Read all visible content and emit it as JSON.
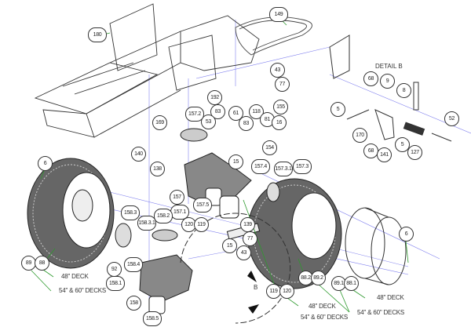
{
  "detail_title": "DETAIL B",
  "detail_marker": "B",
  "callouts": [
    "180",
    "149",
    "43",
    "77",
    "68",
    "9",
    "8",
    "5",
    "170",
    "68",
    "141",
    "5",
    "127",
    "52",
    "192",
    "83",
    "61",
    "118",
    "83",
    "81",
    "16",
    "155",
    "53",
    "157.2",
    "169",
    "140",
    "154",
    "15",
    "138",
    "157",
    "157.1",
    "157.5",
    "157.4",
    "157.3.1",
    "157.3",
    "6",
    "158.3",
    "158.3.1",
    "158.2",
    "120",
    "119",
    "15",
    "139",
    "77",
    "43",
    "158.4",
    "92",
    "158.1",
    "158",
    "158.5",
    "89",
    "88",
    "119",
    "120",
    "88.2",
    "89.2",
    "89.1",
    "88.1",
    "6"
  ],
  "notes": {
    "left_48": "48\" DECK",
    "left_54_60": "54\" & 60\" DECKS",
    "mid_48": "48\" DECK",
    "mid_54_60": "54\" & 60\" DECKS",
    "right_48": "48\" DECK",
    "right_54_60": "54\" & 60\" DECKS"
  },
  "colors": {
    "leader": "#2e9a2e",
    "projection": "#8080ee",
    "line": "#333333"
  }
}
